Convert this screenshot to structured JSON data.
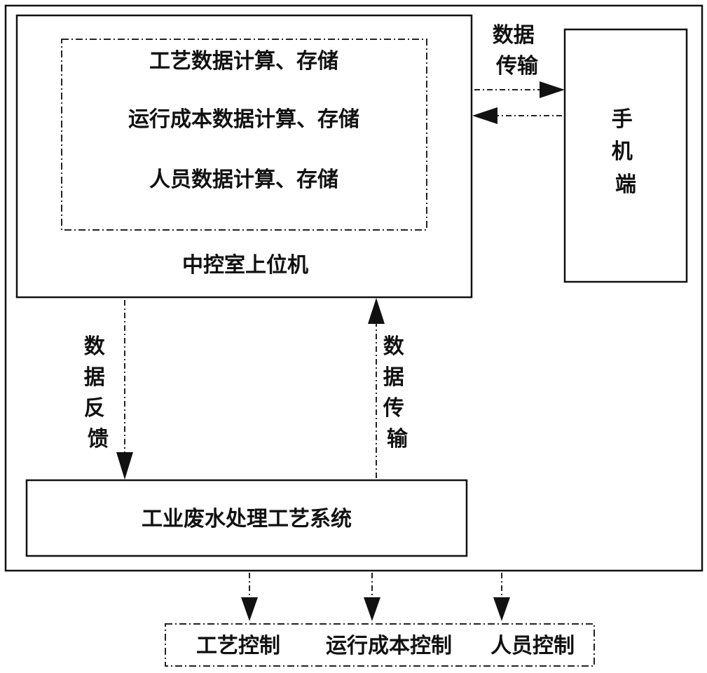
{
  "host": {
    "label": "中控室上位机",
    "functions": [
      "工艺数据计算、存储",
      "运行成本数据计算、存储",
      "人员数据计算、存储"
    ]
  },
  "phone": {
    "label": "手机端"
  },
  "process_system": {
    "label": "工业废水处理工艺系统"
  },
  "links": {
    "host_phone": "数据传输",
    "feedback": "数据反馈",
    "upload": "数据传输"
  },
  "outputs": [
    "工艺控制",
    "运行成本控制",
    "人员控制"
  ]
}
